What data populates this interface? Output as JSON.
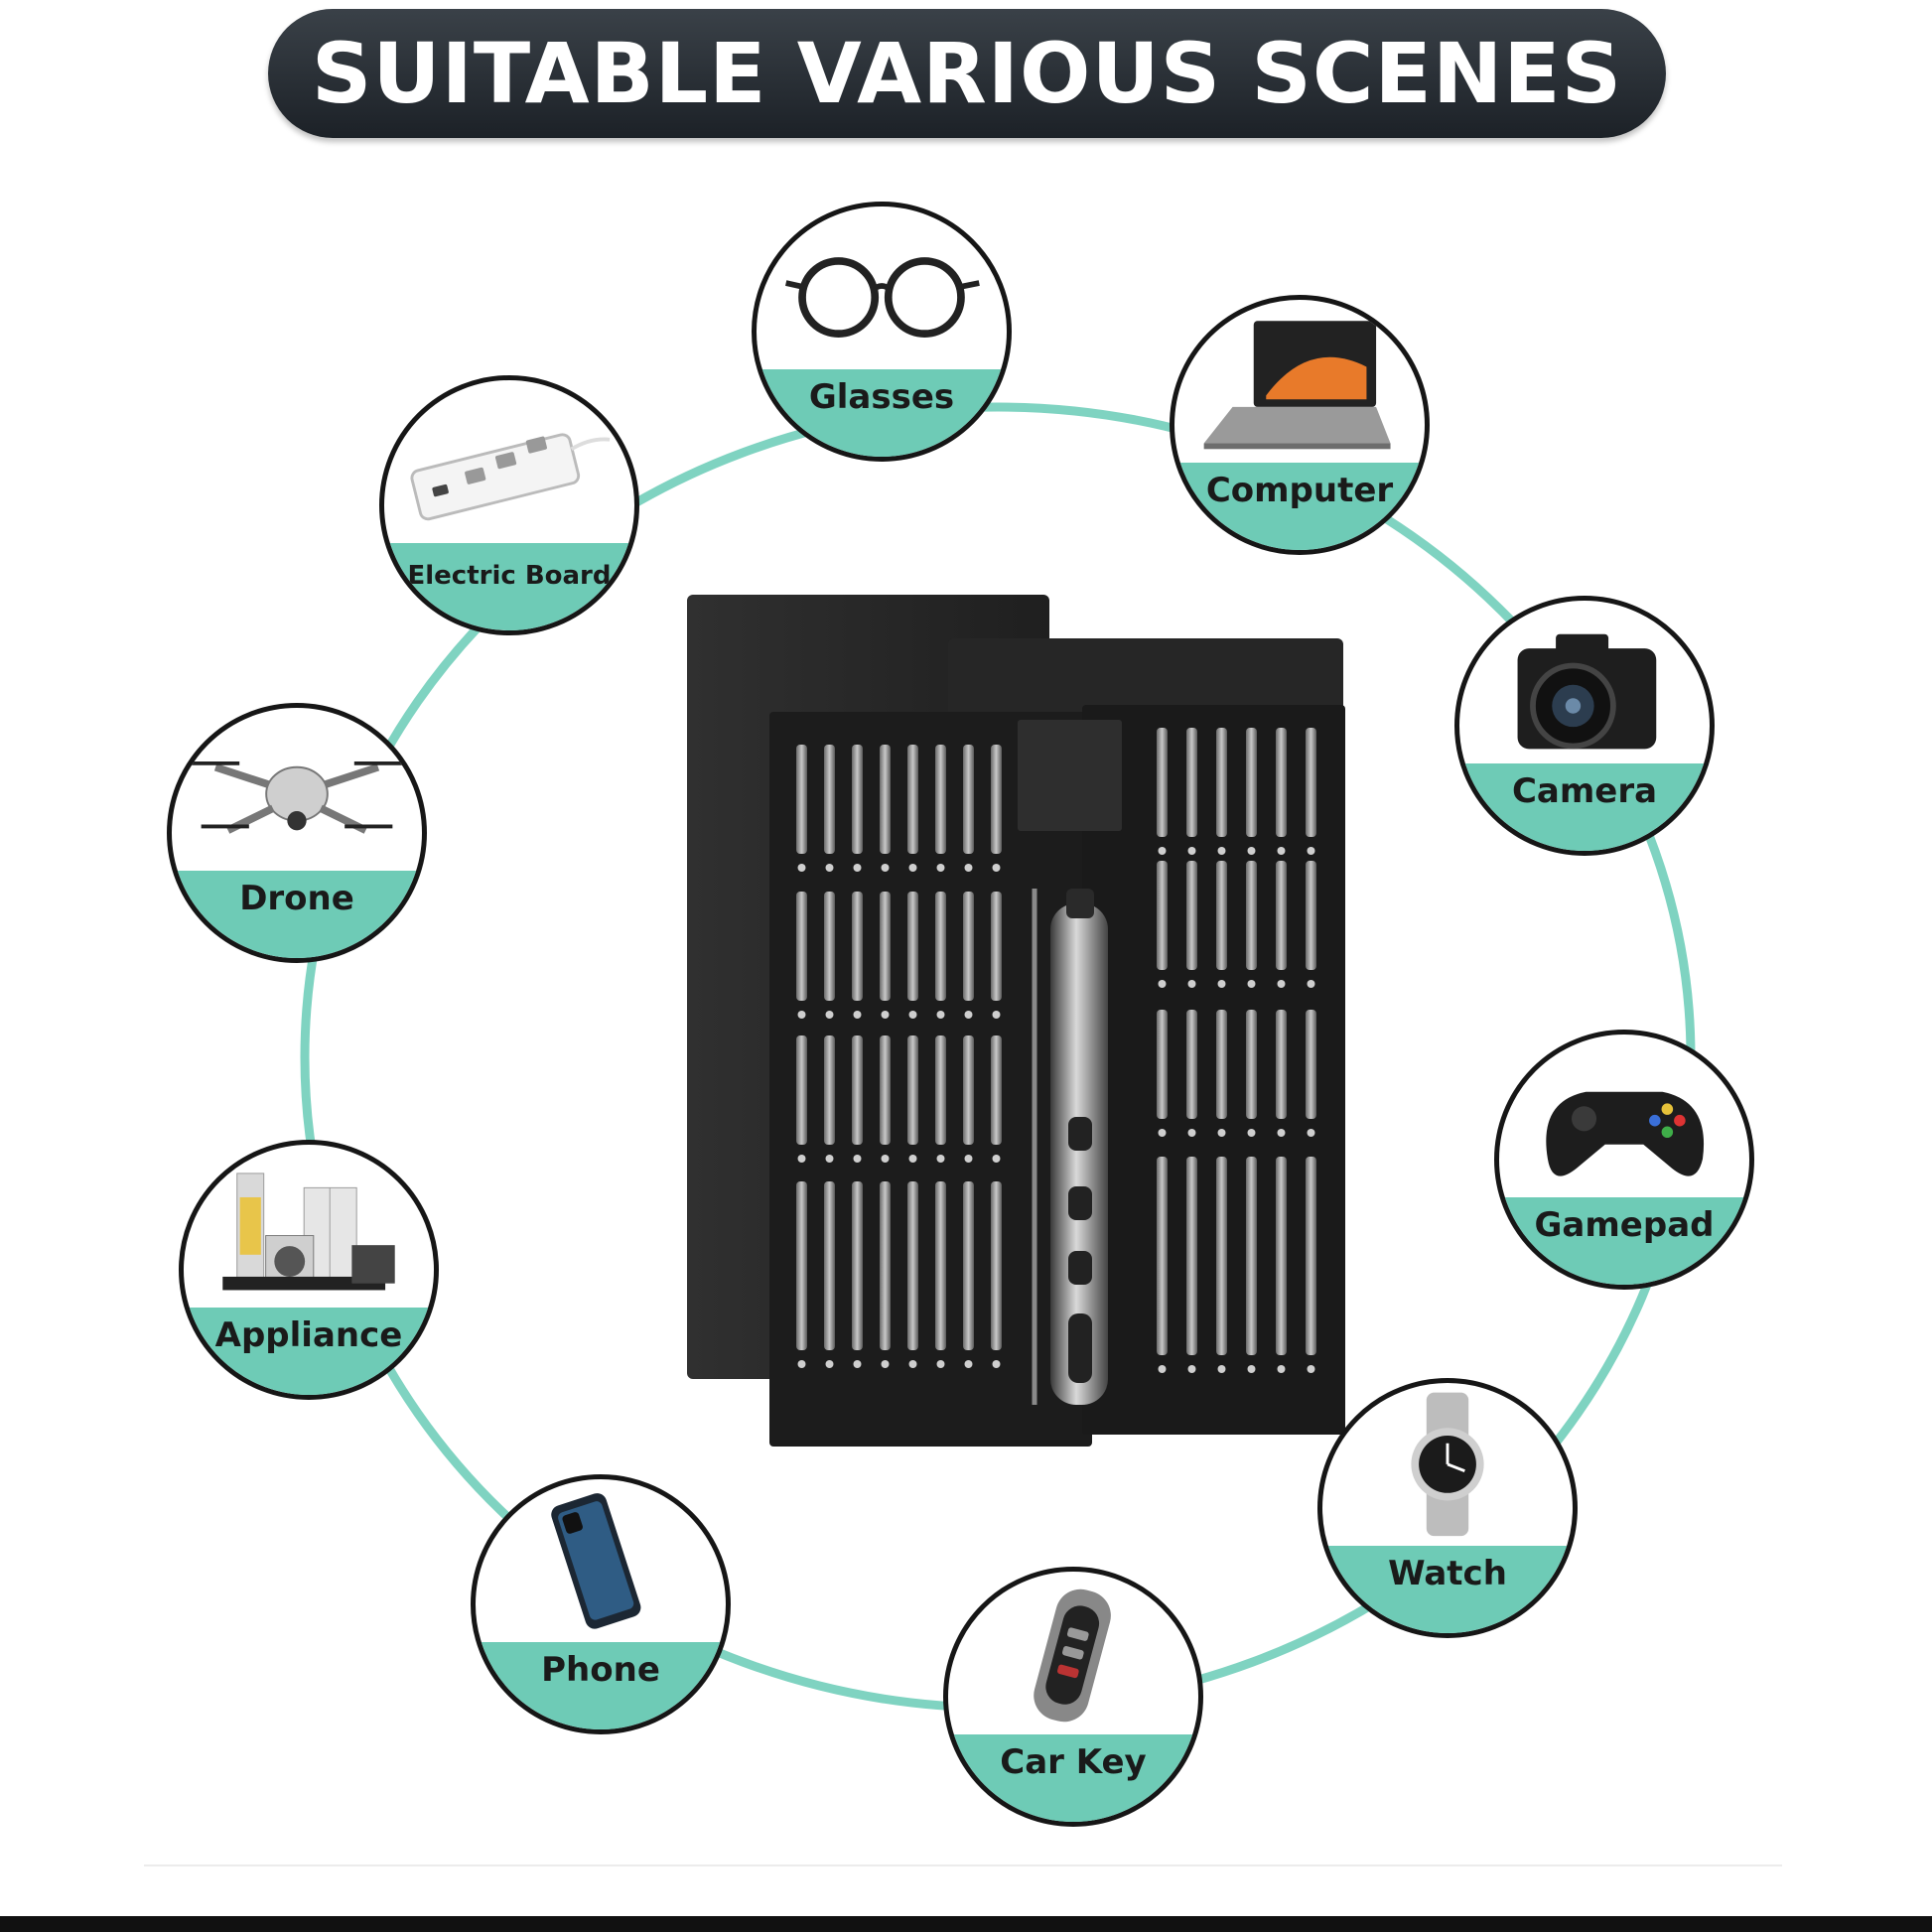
{
  "banner": {
    "title": "SUITABLE VARIOUS SCENES"
  },
  "scenes": [
    {
      "id": "glasses",
      "label": "Glasses",
      "icon": "glasses-icon"
    },
    {
      "id": "computer",
      "label": "Computer",
      "icon": "laptop-icon"
    },
    {
      "id": "camera",
      "label": "Camera",
      "icon": "camera-icon"
    },
    {
      "id": "gamepad",
      "label": "Gamepad",
      "icon": "gamepad-icon"
    },
    {
      "id": "watch",
      "label": "Watch",
      "icon": "watch-icon"
    },
    {
      "id": "car-key",
      "label": "Car Key",
      "icon": "car-key-icon"
    },
    {
      "id": "phone",
      "label": "Phone",
      "icon": "phone-icon"
    },
    {
      "id": "appliance",
      "label": "Appliance",
      "icon": "appliance-icon"
    },
    {
      "id": "drone",
      "label": "Drone",
      "icon": "drone-icon"
    },
    {
      "id": "electric-board",
      "label": "Electric Board",
      "icon": "power-strip-icon"
    }
  ],
  "colors": {
    "accent": "#6ecbb6",
    "banner": "#2a3037",
    "product": "#2b2b2b"
  }
}
